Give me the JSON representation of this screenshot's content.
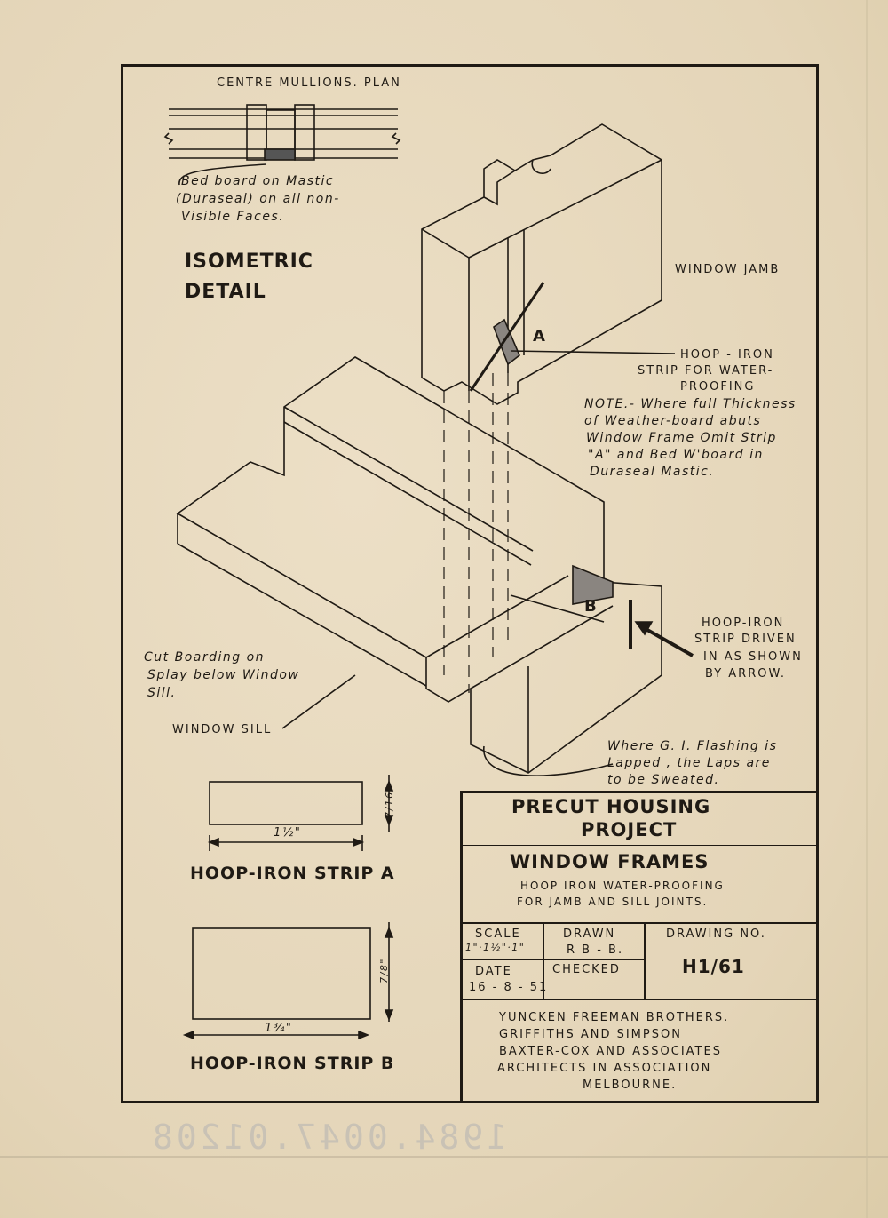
{
  "notes": {
    "centre_mullions": "CENTRE   MULLIONS. PLAN",
    "bed_board_1": "Bed  board  on Mastic",
    "bed_board_2": "(Duraseal)  on  all   non-",
    "bed_board_3": "Visible   Faces.",
    "iso_1": "ISOMETRIC",
    "iso_2": "DETAIL",
    "window_jamb": "WINDOW   JAMB",
    "label_a": "A",
    "label_b": "B",
    "hoop_a_1": "HOOP  -  IRON",
    "hoop_a_2": "STRIP  FOR  WATER-",
    "hoop_a_3": "PROOFING",
    "note_1": "NOTE.- Where  full Thickness",
    "note_2": "of Weather-board abuts",
    "note_3": "Window  Frame  Omit Strip",
    "note_4": "\"A\" and  Bed  W'board  in",
    "note_5": "Duraseal   Mastic.",
    "hoop_b_1": "HOOP-IRON",
    "hoop_b_2": "STRIP  DRIVEN",
    "hoop_b_3": "IN AS SHOWN",
    "hoop_b_4": "BY  ARROW.",
    "cut_1": "Cut  Boarding  on",
    "cut_2": "Splay  below  Window",
    "cut_3": "Sill.",
    "window_sill": "WINDOW   SILL",
    "flash_1": "Where  G. I.  Flashing  is",
    "flash_2": "Lapped ,  the  Laps  are",
    "flash_3": "to be   Sweated."
  },
  "strips": {
    "a_title": "HOOP-IRON STRIP A",
    "a_width": "1½\"",
    "a_height": "7/16\"",
    "b_title": "HOOP-IRON STRIP B",
    "b_width": "1¾\"",
    "b_height": "7/8\""
  },
  "title_block": {
    "project_1": "PRECUT     HOUSING",
    "project_2": "PROJECT",
    "subject": "WINDOW      FRAMES",
    "desc_1": "HOOP   IRON   WATER-PROOFING",
    "desc_2": "FOR   JAMB  AND  SILL  JOINTS.",
    "scale_label": "SCALE",
    "scale_value": "1\"·1½\"·1\"",
    "drawn_label": "DRAWN",
    "drawn_value": "R B - B.",
    "drawing_no_label": "DRAWING     NO.",
    "drawing_no": "H1/61",
    "date_label": "DATE",
    "date_value": "16 - 8 - 51",
    "checked_label": "CHECKED",
    "architects_1": "YUNCKEN    FREEMAN    BROTHERS.",
    "architects_2": "GRIFFITHS        AND         SIMPSON",
    "architects_3": "BAXTER-COX  AND    ASSOCIATES",
    "architects_4": "ARCHITECTS    IN      ASSOCIATION",
    "architects_5": "MELBOURNE."
  },
  "archive_stamp": "1984.0047.01208"
}
